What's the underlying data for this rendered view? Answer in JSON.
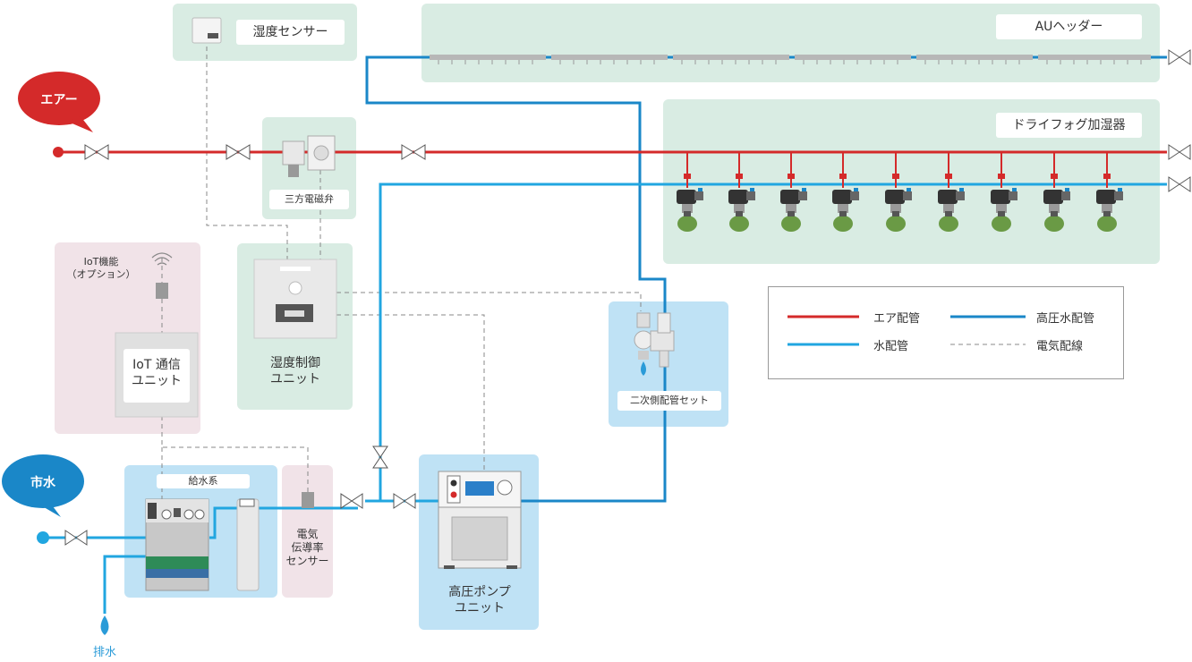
{
  "labels": {
    "humidity_sensor": "湿度センサー",
    "au_header": "AUヘッダー",
    "dryfog": "ドライフォグ加湿器",
    "three_way_valve": "三方電磁弁",
    "iot_function": "IoT機能",
    "iot_option": "（オプション）",
    "iot_unit_1": "IoT 通信",
    "iot_unit_2": "ユニット",
    "humidity_ctrl_1": "湿度制御",
    "humidity_ctrl_2": "ユニット",
    "secondary_piping": "二次側配管セット",
    "water_supply": "給水系",
    "conductivity_1": "電気",
    "conductivity_2": "伝導率",
    "conductivity_3": "センサー",
    "pump_1": "高圧ポンプ",
    "pump_2": "ユニット",
    "air_bubble": "エアー",
    "city_water_bubble": "市水",
    "drain": "排水"
  },
  "legend": {
    "air": "エア配管",
    "high_pressure": "高圧水配管",
    "water": "水配管",
    "electric": "電気配線"
  },
  "colors": {
    "air_pipe": "#d42a2a",
    "high_pressure_pipe": "#1a87c8",
    "water_pipe": "#21a6e0",
    "electric_wire": "#888888",
    "green_panel": "#d9ece3",
    "pink_panel": "#f1e3e8",
    "blue_panel": "#bfe2f5"
  },
  "icons": [
    "valve-icon",
    "humidity-sensor-icon",
    "solenoid-valve-icon",
    "wifi-icon",
    "nozzle-icon",
    "water-drop-icon",
    "pump-icon"
  ]
}
